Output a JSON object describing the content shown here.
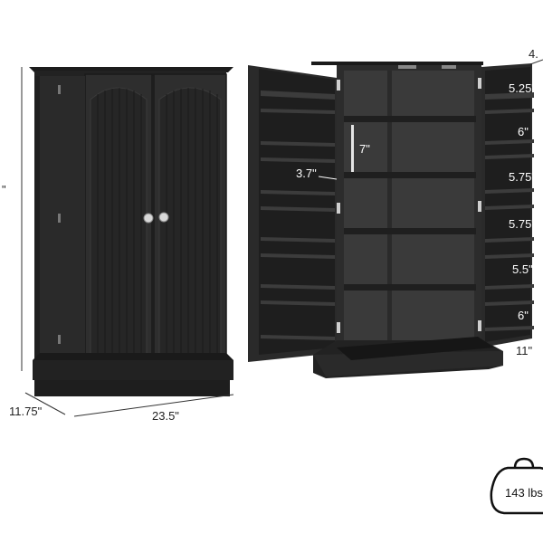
{
  "dimensions": {
    "height_left": "\"",
    "depth": "11.75\"",
    "width": "23.5\"",
    "side_depth_top": "4.",
    "side_depth_bottom": "11\"",
    "shelf_gap": "7\"",
    "door_rack": "3.7\"",
    "door_shelf_spacing": [
      "5.25\"",
      "6\"",
      "5.75\"",
      "5.75\"",
      "5.5\"",
      "6\""
    ]
  },
  "weight": {
    "label": "143 lbs"
  },
  "colors": {
    "cabinet": "#2b2b2b",
    "cabinet_dark": "#1a1a1a",
    "interior": "#3a3a3a",
    "shelf_edge": "#4a4a4a",
    "line": "#333333"
  }
}
